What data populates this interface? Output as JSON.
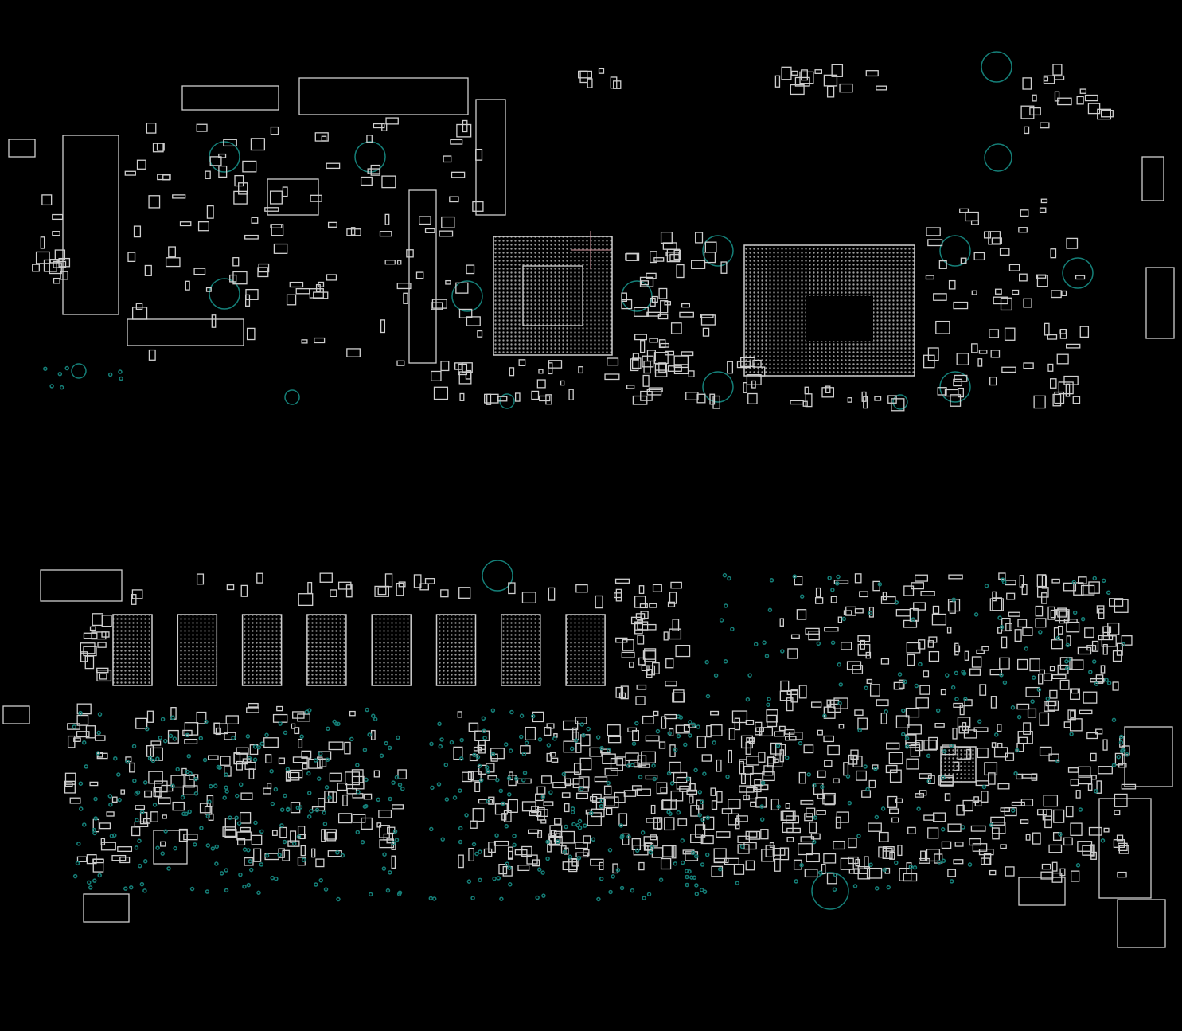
{
  "canvas": {
    "view": "boardview",
    "colors": {
      "background": "#000000",
      "component_outline": "#cfcfcf",
      "mounting_hole": "#157f78",
      "test_point": "#157f78",
      "cursor_crosshair": "#e0a0a8"
    }
  },
  "boards": [
    {
      "side": "top"
    },
    {
      "side": "bottom"
    }
  ]
}
